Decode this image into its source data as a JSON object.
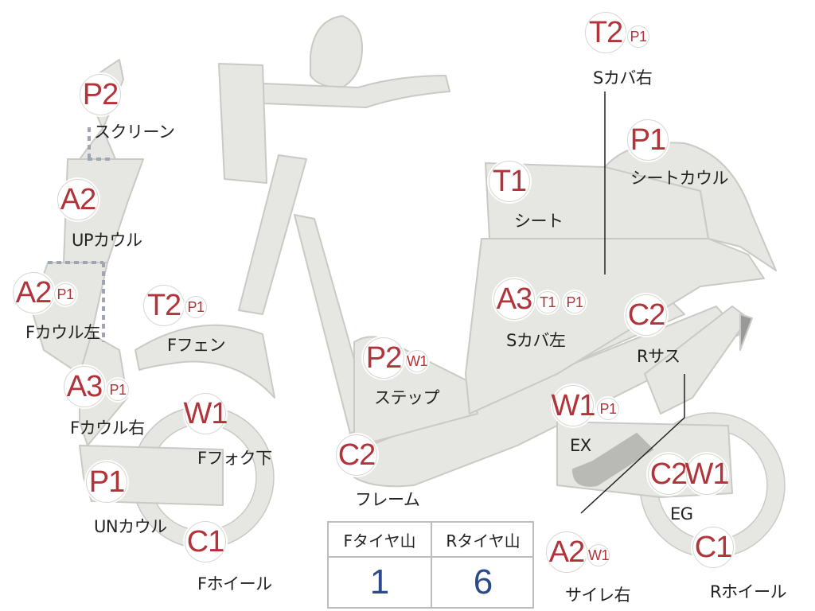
{
  "colors": {
    "part_fill": "#e6e6e2",
    "part_stroke": "#c9c9c5",
    "grade_text": "#b0343a",
    "tire_value": "#2a4a8a"
  },
  "parts": [
    {
      "id": "screen",
      "label": "スクリーン",
      "grades": [
        "P2"
      ]
    },
    {
      "id": "up-cowl",
      "label": "UPカウル",
      "grades": [
        "A2"
      ]
    },
    {
      "id": "f-cowl-left",
      "label": "Fカウル左",
      "grades": [
        "A2",
        "P1"
      ]
    },
    {
      "id": "f-fender",
      "label": "Fフェン",
      "grades": [
        "T2",
        "P1"
      ]
    },
    {
      "id": "f-cowl-right",
      "label": "Fカウル右",
      "grades": [
        "A3",
        "P1"
      ]
    },
    {
      "id": "f-fork-lower",
      "label": "Fフォク下",
      "grades": [
        "W1"
      ]
    },
    {
      "id": "un-cowl",
      "label": "UNカウル",
      "grades": [
        "P1"
      ]
    },
    {
      "id": "f-wheel",
      "label": "Fホイール",
      "grades": [
        "C1"
      ]
    },
    {
      "id": "s-cover-right",
      "label": "Sカバ右",
      "grades": [
        "T2",
        "P1"
      ]
    },
    {
      "id": "seat-cowl",
      "label": "シートカウル",
      "grades": [
        "P1"
      ]
    },
    {
      "id": "seat",
      "label": "シート",
      "grades": [
        "T1"
      ]
    },
    {
      "id": "s-cover-left",
      "label": "Sカバ左",
      "grades": [
        "A3",
        "T1",
        "P1"
      ]
    },
    {
      "id": "r-suspension",
      "label": "Rサス",
      "grades": [
        "C2"
      ]
    },
    {
      "id": "step",
      "label": "ステップ",
      "grades": [
        "P2",
        "W1"
      ]
    },
    {
      "id": "exhaust",
      "label": "EX",
      "grades": [
        "W1",
        "P1"
      ]
    },
    {
      "id": "frame",
      "label": "フレーム",
      "grades": [
        "C2"
      ]
    },
    {
      "id": "engine",
      "label": "EG",
      "grades": [
        "C2",
        "W1"
      ]
    },
    {
      "id": "silencer-right",
      "label": "サイレ右",
      "grades": [
        "A2",
        "W1"
      ]
    },
    {
      "id": "r-wheel",
      "label": "Rホイール",
      "grades": [
        "C1"
      ]
    }
  ],
  "tire_table": {
    "headers": [
      "Fタイヤ山",
      "Rタイヤ山"
    ],
    "values": [
      "1",
      "6"
    ]
  }
}
